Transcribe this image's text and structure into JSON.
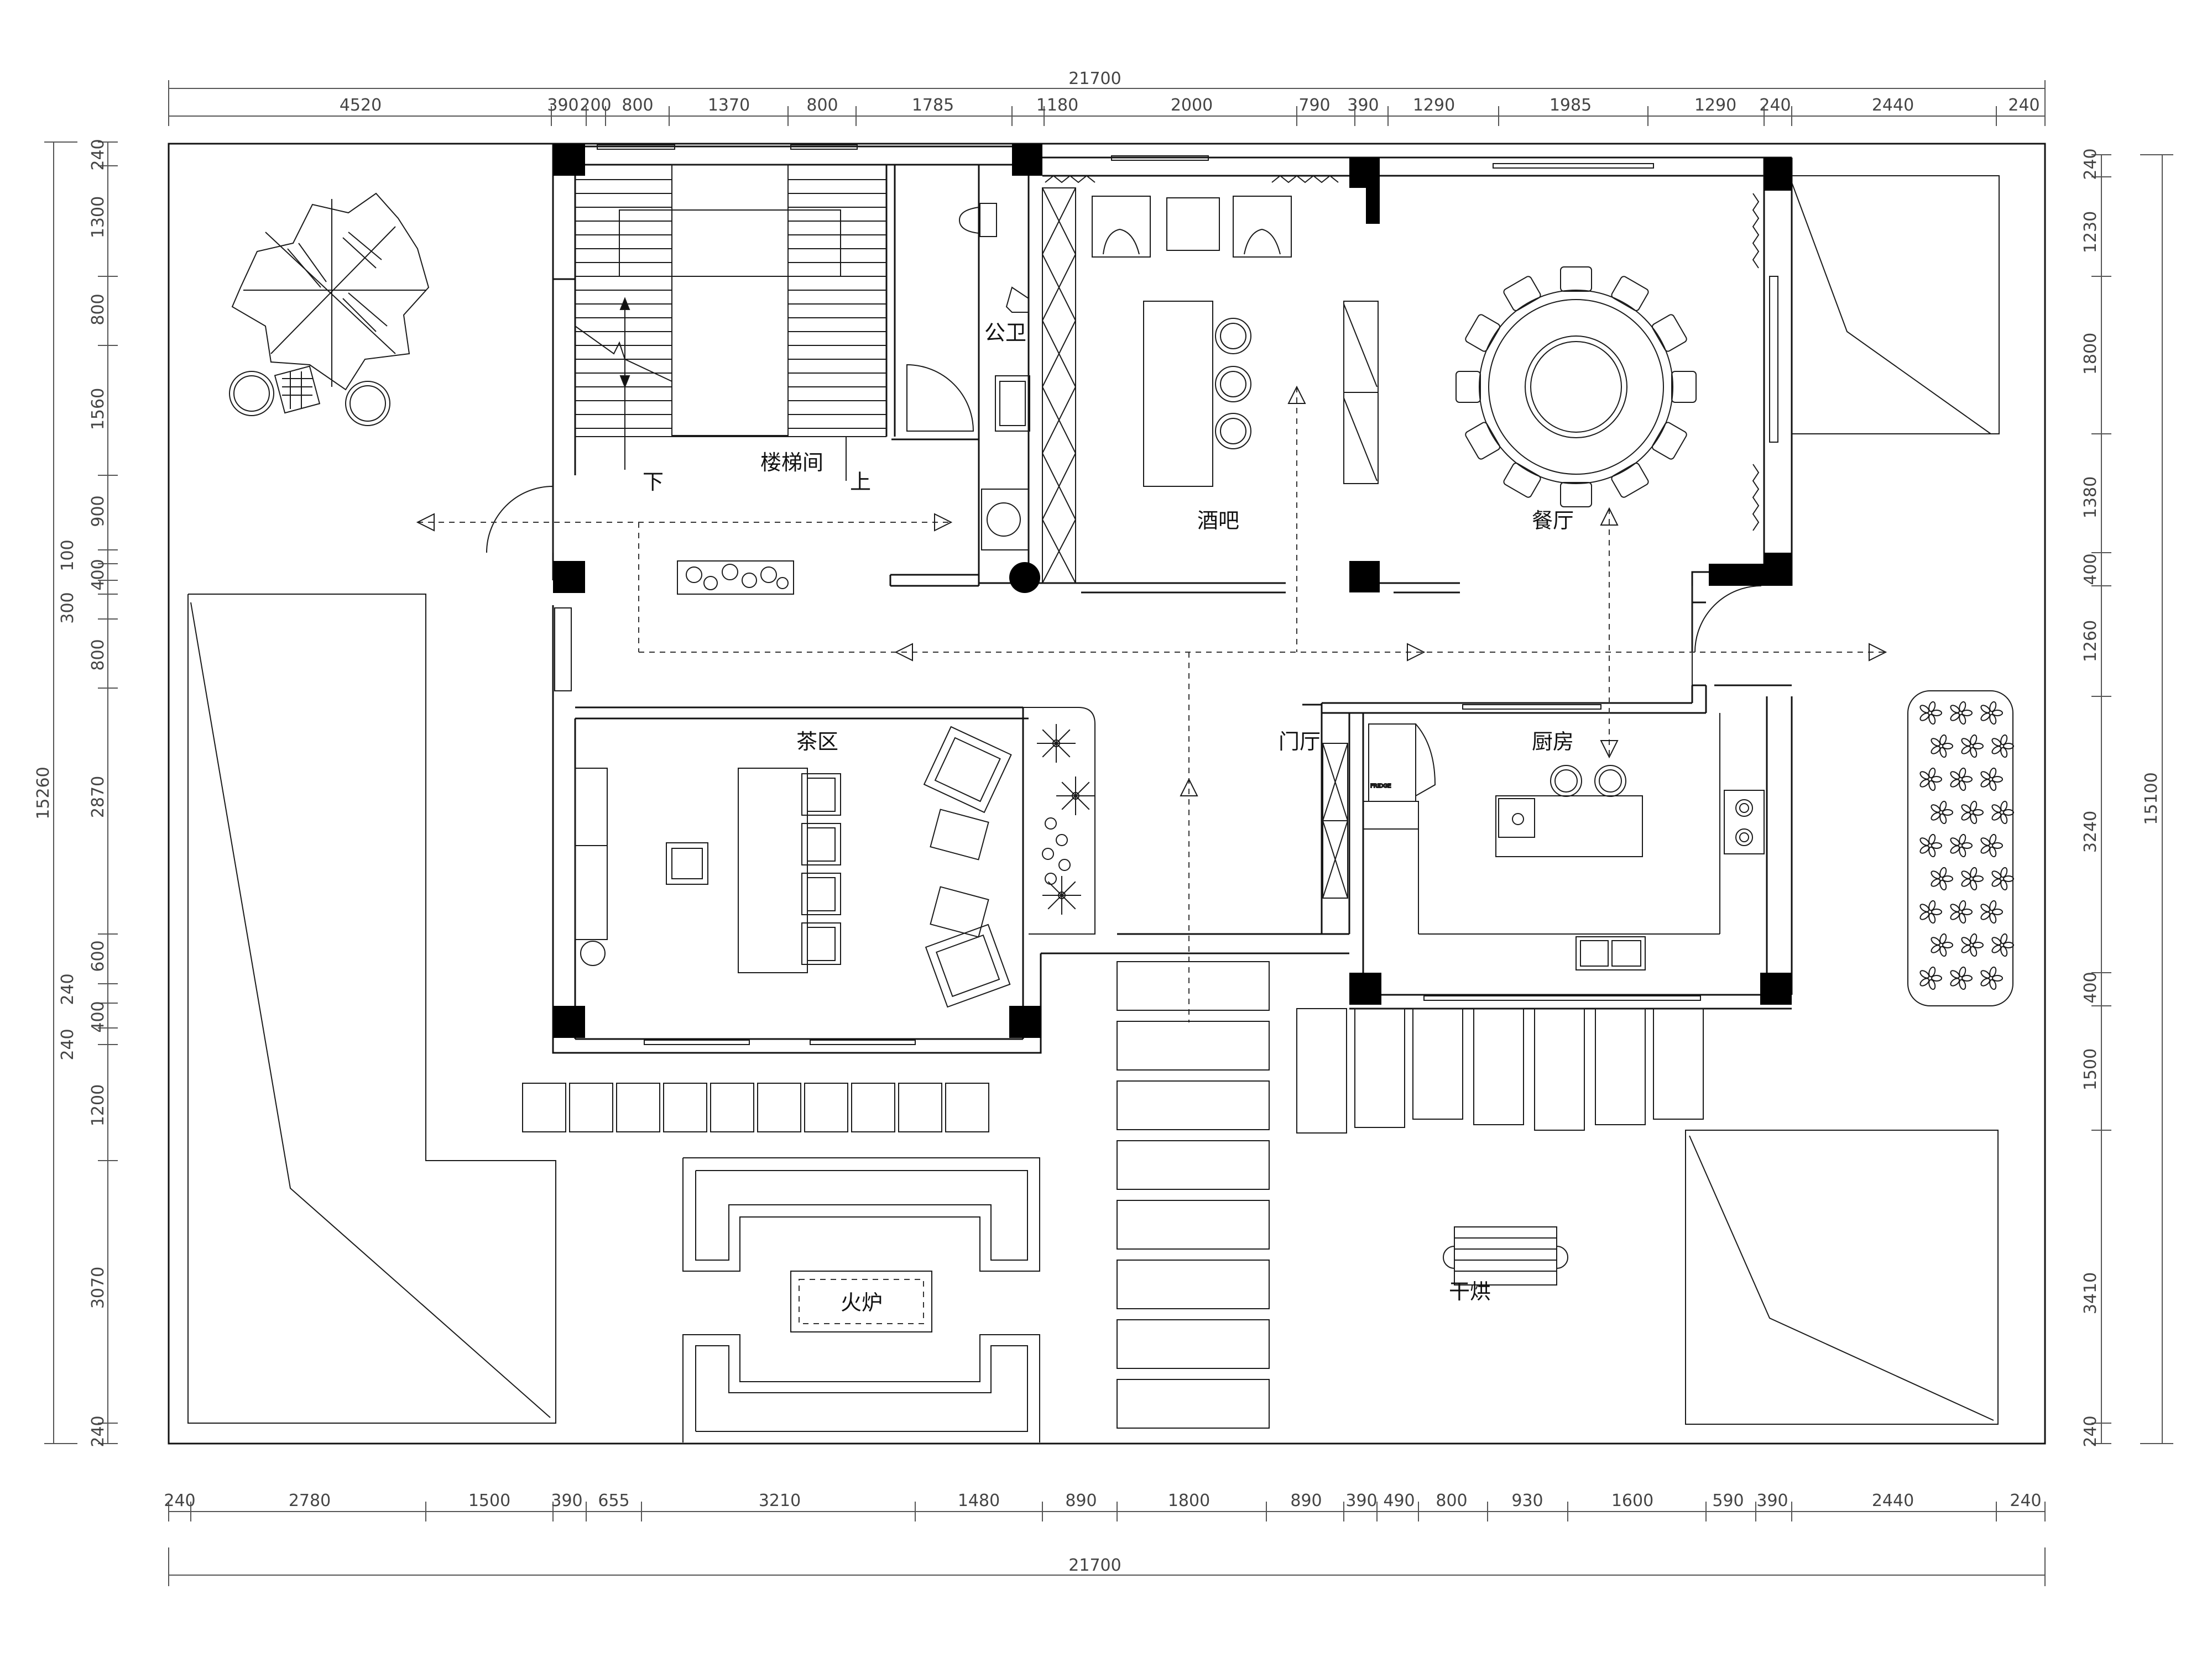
{
  "overall": {
    "top": "21700",
    "bottom": "21700",
    "left": "15260",
    "right": "15100"
  },
  "dims_top": [
    "4520",
    "390",
    "200",
    "800",
    "1370",
    "800",
    "1785",
    "1180",
    "2000",
    "790",
    "390",
    "1290",
    "1985",
    "1290",
    "240",
    "2440",
    "240"
  ],
  "dims_bottom": [
    "240",
    "2780",
    "1500",
    "390",
    "655",
    "3210",
    "1480",
    "890",
    "1800",
    "890",
    "390",
    "490",
    "800",
    "930",
    "1600",
    "590",
    "390",
    "2440",
    "240"
  ],
  "dims_left": [
    "240",
    "1300",
    "800",
    "1560",
    "900",
    "100",
    "400",
    "300",
    "800",
    "2870",
    "600",
    "240",
    "400",
    "240",
    "1200",
    "3070",
    "240"
  ],
  "dims_right": [
    "240",
    "1230",
    "1800",
    "1380",
    "400",
    "1260",
    "3240",
    "400",
    "1500",
    "3410",
    "240"
  ],
  "rooms": {
    "stair": "楼梯间",
    "down": "下",
    "up": "上",
    "wc": "公卫",
    "bar": "酒吧",
    "dining": "餐厅",
    "tea": "茶区",
    "foyer": "门厅",
    "kitchen": "厨房",
    "fire": "火炉",
    "dryer": "干烘"
  },
  "fridge_label": "FRIDGE"
}
